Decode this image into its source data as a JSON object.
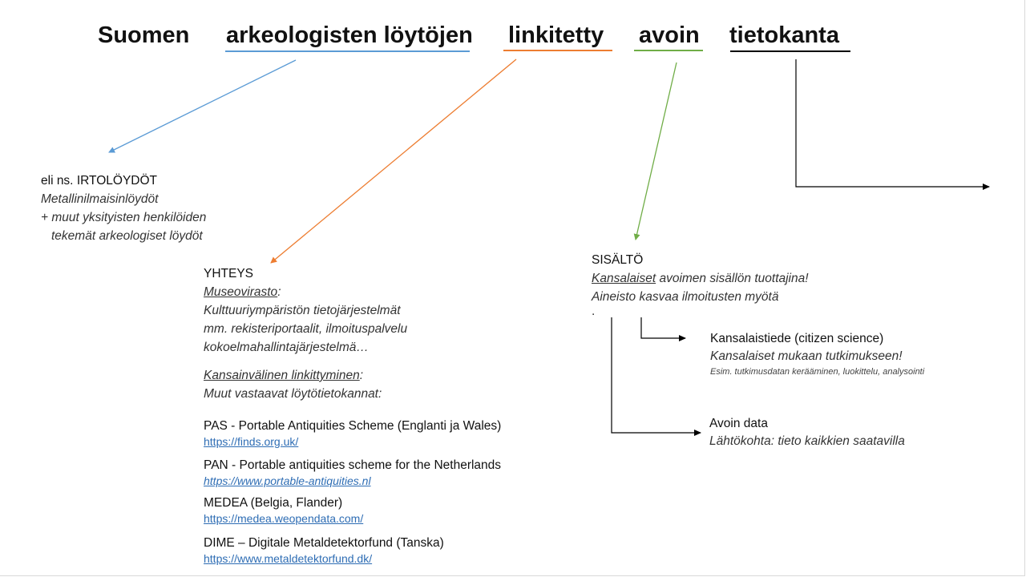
{
  "title": {
    "words": [
      "Suomen",
      "arkeologisten löytöjen",
      "linkitetty",
      "avoin",
      "tietokanta"
    ],
    "underline_colors": {
      "arkeologisten": "#5b9bd5",
      "linkitetty": "#ed7d31",
      "avoin": "#70ad47",
      "tietokanta": "#000000"
    }
  },
  "irtoloydot": {
    "prefix": "eli ns. ",
    "heading": "IRTOLÖYDÖT",
    "line1": "Metallinilmaisinlöydöt",
    "line2": "+ muut yksityisten henkilöiden",
    "line3": "tekemät arkeologiset löydöt"
  },
  "yhteys": {
    "heading": "YHTEYS",
    "museo_label": "Museovirasto",
    "museo_colon": ":",
    "museo_lines": [
      "Kulttuuriympäristön tietojärjestelmät",
      "mm. rekisteriportaalit, ilmoituspalvelu",
      "kokoelmahallintajärjestelmä…"
    ],
    "intl_label": "Kansainvälinen linkittyminen",
    "intl_colon": ":",
    "intl_line": "Muut vastaavat löytötietokannat:",
    "databases": [
      {
        "name": "PAS - Portable Antiquities Scheme (Englanti ja Wales)",
        "url": "https://finds.org.uk/"
      },
      {
        "name": "PAN - Portable antiquities scheme for the Netherlands",
        "url": "https://www.portable-antiquities.nl"
      },
      {
        "name": "MEDEA (Belgia, Flander)",
        "url": "https://medea.weopendata.com/"
      },
      {
        "name": "DIME – Digitale Metaldetektorfund (Tanska)",
        "url": "https://www.metaldetektorfund.dk/"
      }
    ]
  },
  "sisalto": {
    "heading": "SISÄLTÖ",
    "line1_underlined": "Kansalaiset",
    "line1_rest": " avoimen sisällön tuottajina!",
    "line2": "Aineisto kasvaa ilmoitusten myötä",
    "dot": "."
  },
  "citizen": {
    "title": "Kansalaistiede (citizen science)",
    "line1": "Kansalaiset mukaan tutkimukseen!",
    "small": "Esim. tutkimusdatan kerääminen, luokittelu, analysointi"
  },
  "opendata": {
    "title": "Avoin data",
    "line1": "Lähtökohta: tieto kaikkien saatavilla"
  },
  "colors": {
    "blue": "#5b9bd5",
    "orange": "#ed7d31",
    "green": "#70ad47",
    "black": "#000000",
    "link": "#2e6db4"
  }
}
